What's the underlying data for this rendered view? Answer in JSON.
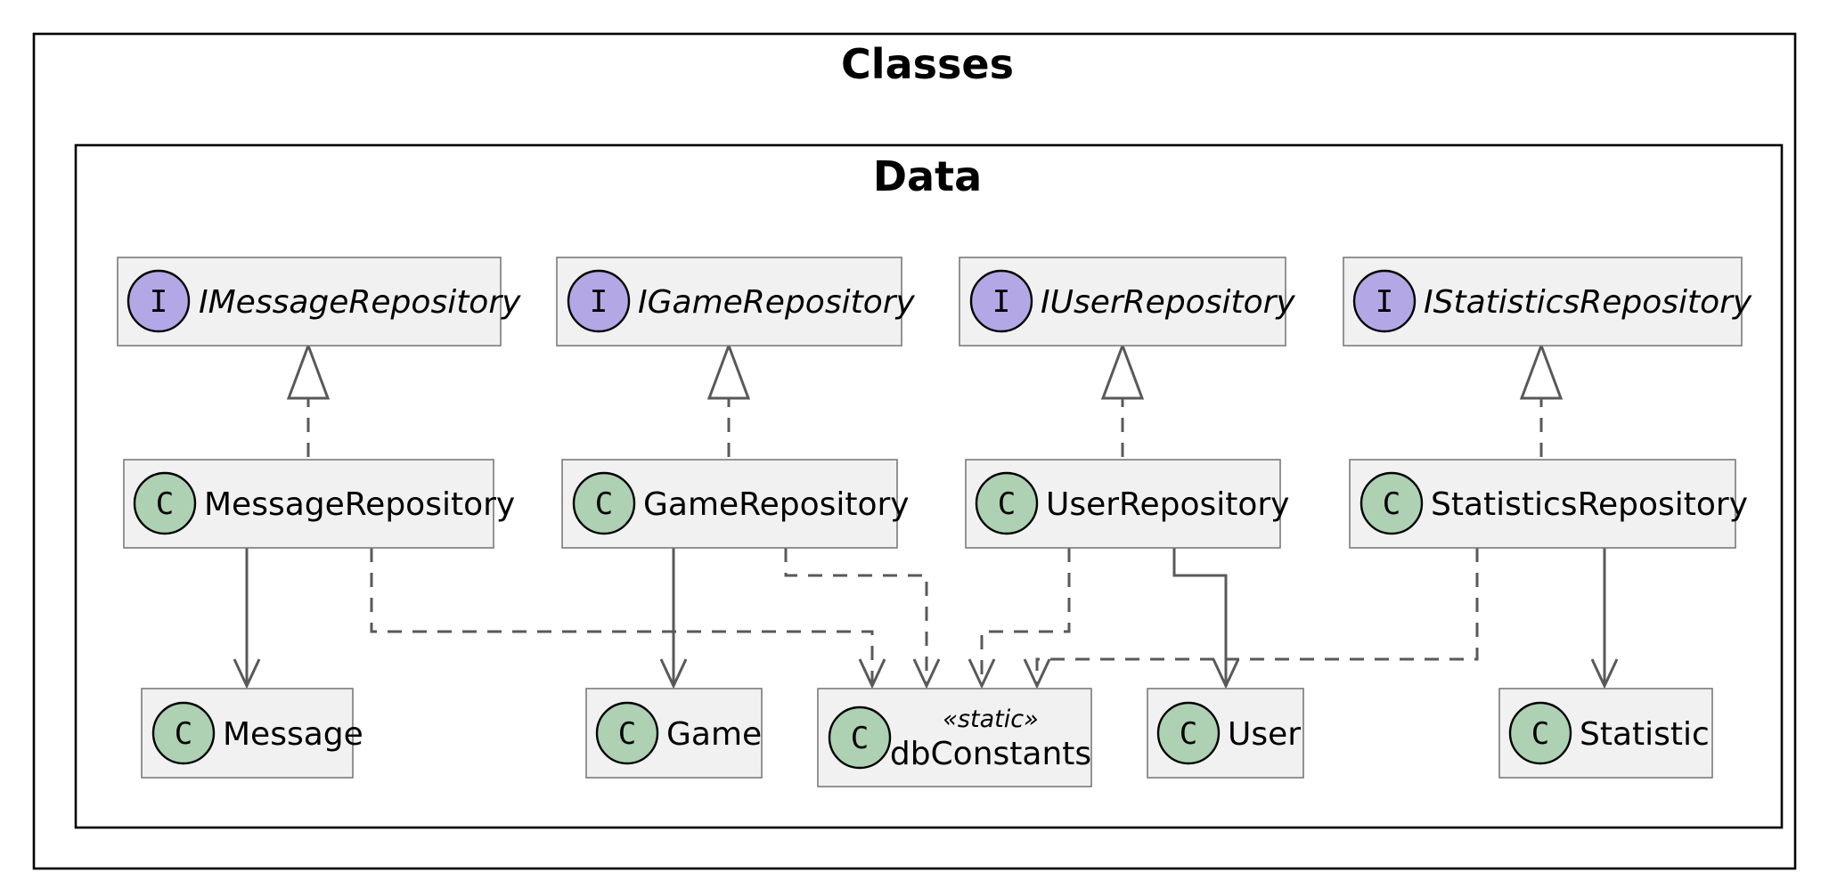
{
  "diagram": {
    "outer_package": "Classes",
    "inner_package": "Data",
    "interfaces": [
      {
        "id": "imsg",
        "name": "IMessageRepository",
        "glyph": "I"
      },
      {
        "id": "igame",
        "name": "IGameRepository",
        "glyph": "I"
      },
      {
        "id": "iuser",
        "name": "IUserRepository",
        "glyph": "I"
      },
      {
        "id": "istat",
        "name": "IStatisticsRepository",
        "glyph": "I"
      }
    ],
    "repositories": [
      {
        "id": "msgrepo",
        "name": "MessageRepository",
        "glyph": "C"
      },
      {
        "id": "gamerepo",
        "name": "GameRepository",
        "glyph": "C"
      },
      {
        "id": "userrepo",
        "name": "UserRepository",
        "glyph": "C"
      },
      {
        "id": "statrepo",
        "name": "StatisticsRepository",
        "glyph": "C"
      }
    ],
    "entities": [
      {
        "id": "message",
        "name": "Message",
        "glyph": "C"
      },
      {
        "id": "game",
        "name": "Game",
        "glyph": "C"
      },
      {
        "id": "dbconst",
        "name": "dbConstants",
        "glyph": "C",
        "stereotype": "«static»"
      },
      {
        "id": "user",
        "name": "User",
        "glyph": "C"
      },
      {
        "id": "statistic",
        "name": "Statistic",
        "glyph": "C"
      }
    ],
    "relations": [
      {
        "from": "msgrepo",
        "to": "imsg",
        "kind": "realization"
      },
      {
        "from": "gamerepo",
        "to": "igame",
        "kind": "realization"
      },
      {
        "from": "userrepo",
        "to": "iuser",
        "kind": "realization"
      },
      {
        "from": "statrepo",
        "to": "istat",
        "kind": "realization"
      },
      {
        "from": "msgrepo",
        "to": "message",
        "kind": "association"
      },
      {
        "from": "gamerepo",
        "to": "game",
        "kind": "association"
      },
      {
        "from": "userrepo",
        "to": "user",
        "kind": "association"
      },
      {
        "from": "statrepo",
        "to": "statistic",
        "kind": "association"
      },
      {
        "from": "msgrepo",
        "to": "dbconst",
        "kind": "dependency"
      },
      {
        "from": "gamerepo",
        "to": "dbconst",
        "kind": "dependency"
      },
      {
        "from": "userrepo",
        "to": "dbconst",
        "kind": "dependency"
      },
      {
        "from": "statrepo",
        "to": "dbconst",
        "kind": "dependency"
      }
    ],
    "colors": {
      "interface_circle": "#b4a7e5",
      "class_circle": "#add1b2",
      "node_fill": "#f1f1f1",
      "edge": "#595959"
    }
  }
}
